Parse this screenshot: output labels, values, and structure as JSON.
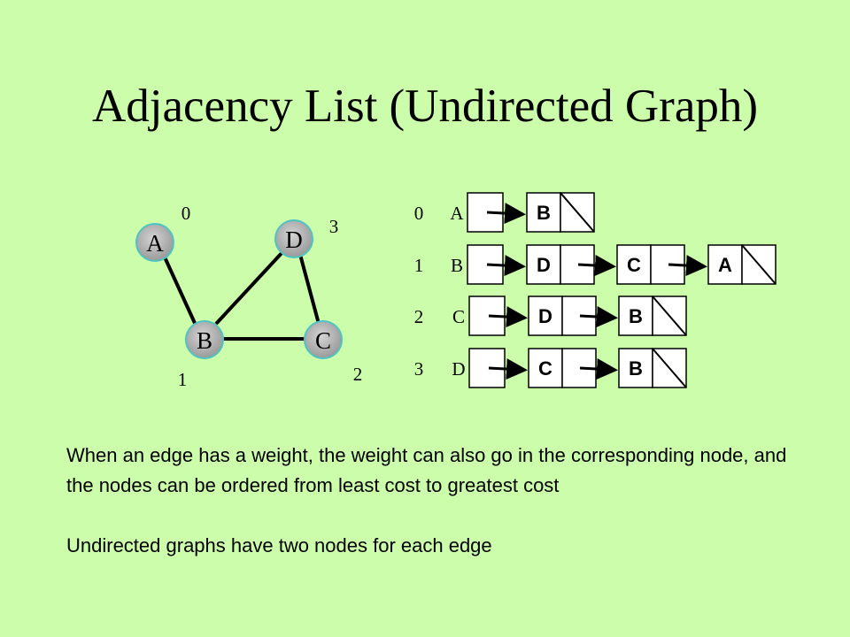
{
  "title": "Adjacency List (Undirected Graph)",
  "graph": {
    "nodes": [
      {
        "id": "A",
        "label": "A",
        "index_label": "0"
      },
      {
        "id": "B",
        "label": "B",
        "index_label": "1"
      },
      {
        "id": "C",
        "label": "C",
        "index_label": "2"
      },
      {
        "id": "D",
        "label": "D",
        "index_label": "3"
      }
    ],
    "edges": [
      [
        "A",
        "B"
      ],
      [
        "B",
        "C"
      ],
      [
        "B",
        "D"
      ],
      [
        "D",
        "C"
      ]
    ]
  },
  "adjacency_list": {
    "rows": [
      {
        "index": "0",
        "vertex": "A",
        "neighbors": [
          "B"
        ]
      },
      {
        "index": "1",
        "vertex": "B",
        "neighbors": [
          "D",
          "C",
          "A"
        ]
      },
      {
        "index": "2",
        "vertex": "C",
        "neighbors": [
          "D",
          "B"
        ]
      },
      {
        "index": "3",
        "vertex": "D",
        "neighbors": [
          "C",
          "B"
        ]
      }
    ]
  },
  "text": {
    "paragraph_1": "When an edge has a weight, the weight can also go in the corresponding node, and the nodes can be ordered from least cost to greatest cost",
    "paragraph_2": "Undirected graphs have two nodes for each edge"
  },
  "colors": {
    "background": "#ccfdaa",
    "node_fill": "#b3b3b3",
    "node_stroke": "#4fc3c3",
    "cell_fill": "#ffffff"
  }
}
